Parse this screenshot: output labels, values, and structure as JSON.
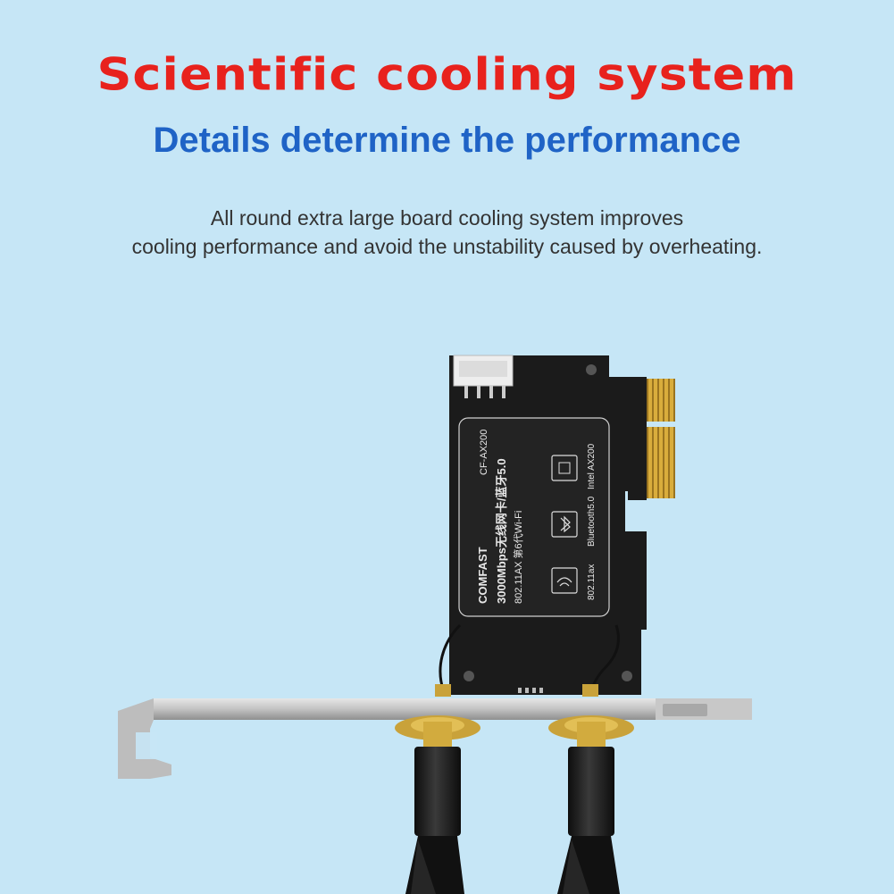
{
  "headline": "Scientific cooling system",
  "subheadline": "Details determine the performance",
  "description": {
    "line1": "All round extra large board cooling system improves",
    "line2": "cooling performance and avoid the unstability caused by overheating."
  },
  "card_label": {
    "brand": "COMFAST",
    "model": "CF-AX200",
    "speed": "3000Mbps无线网卡/蓝牙5.0",
    "standard": "802.11AX 第6代Wi-Fi",
    "chip": "Intel AX200",
    "bluetooth": "Bluetooth5.0",
    "wifi": "802.11ax"
  },
  "colors": {
    "background": "#c6e6f6",
    "headline": "#e8221d",
    "subheadline": "#1f63c6",
    "board": "#1a1a1a",
    "gold": "#d4a93a"
  }
}
